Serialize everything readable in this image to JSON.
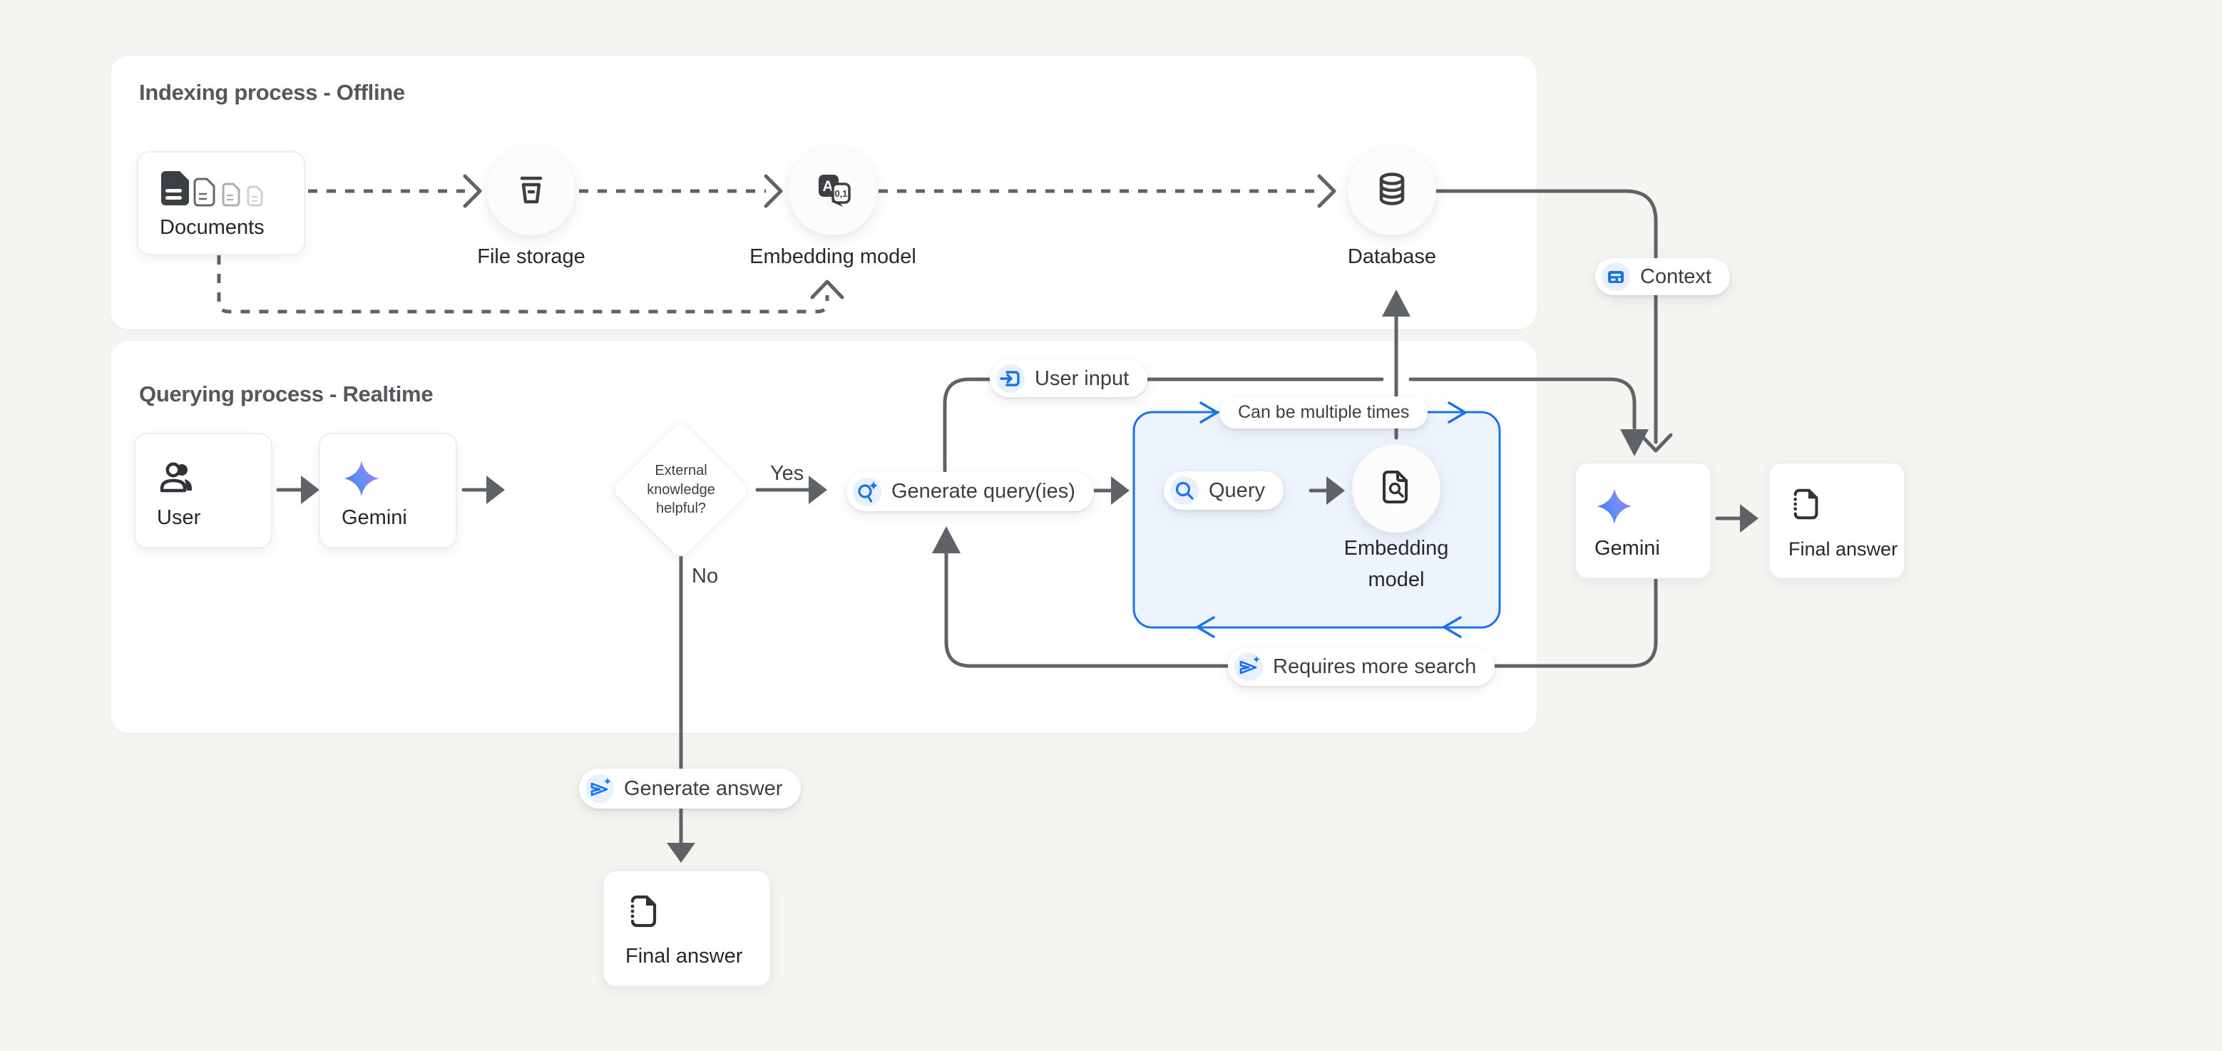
{
  "colors": {
    "background": "#f5f4f1",
    "card": "#ffffff",
    "accent_blue": "#1a73e8",
    "chip_blue": "#e8f0fe",
    "loop_box_fill": "#edf4fd",
    "connector_gray": "#5f6368",
    "text_dark": "#3c4043",
    "heading_gray": "#54575b",
    "gemini_gradient_start": "#3a7df8",
    "gemini_gradient_end": "#a17bf9"
  },
  "indexing_panel": {
    "title": "Indexing process - Offline",
    "documents": "Documents",
    "file_storage": "File storage",
    "embedding_model": "Embedding model",
    "database": "Database"
  },
  "querying_panel": {
    "title": "Querying process - Realtime",
    "user": "User",
    "gemini": "Gemini",
    "decision": {
      "line1": "External",
      "line2": "knowledge",
      "line3": "helpful?"
    },
    "yes": "Yes",
    "no": "No"
  },
  "pills": {
    "context": "Context",
    "user_input": "User input",
    "generate_queries": "Generate query(ies)",
    "can_be_multiple_times": "Can be multiple times",
    "query": "Query",
    "requires_more_search": "Requires more search",
    "generate_answer": "Generate answer"
  },
  "loop_box": {
    "embedding_model_line1": "Embedding",
    "embedding_model_line2": "model"
  },
  "output": {
    "gemini": "Gemini",
    "final_answer": "Final answer"
  },
  "no_branch": {
    "final_answer": "Final answer"
  },
  "icons": {
    "documents": "stacked-documents-icon",
    "file_storage": "storage-bucket-icon",
    "embedding_model_top": "translate-embedding-icon",
    "database": "database-cylinder-icon",
    "user": "people-icon",
    "gemini": "gemini-star-icon",
    "generate_queries": "search-sparkle-icon",
    "query": "magnifier-icon",
    "embedding_model_loop": "file-search-icon",
    "context": "article-icon",
    "user_input": "login-arrow-icon",
    "requires_more_search": "send-sparkle-icon",
    "generate_answer": "send-sparkle-icon",
    "final_answer": "document-icon"
  }
}
